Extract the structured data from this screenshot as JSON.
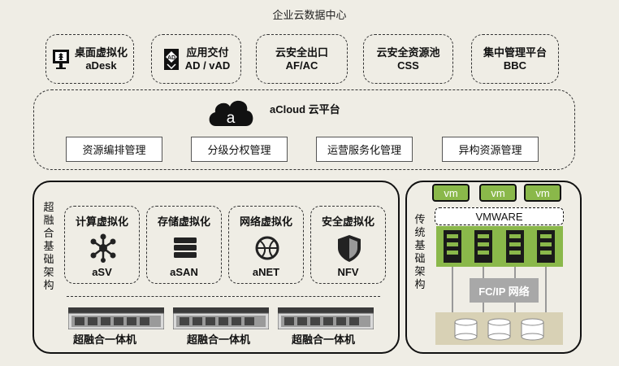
{
  "title": "企业云数据中心",
  "products": [
    {
      "name": "桌面虚拟化",
      "code": "aDesk",
      "icon": "monitor-icon"
    },
    {
      "name": "应用交付",
      "code": "AD / vAD",
      "icon": "ad-badge-icon"
    },
    {
      "name": "云安全出口",
      "code": "AF/AC",
      "icon": ""
    },
    {
      "name": "云安全资源池",
      "code": "CSS",
      "icon": ""
    },
    {
      "name": "集中管理平台",
      "code": "BBC",
      "icon": ""
    }
  ],
  "cloud": {
    "title": "aCloud 云平台",
    "logo_letter": "a",
    "modules": [
      "资源编排管理",
      "分级分权管理",
      "运营服务化管理",
      "异构资源管理"
    ]
  },
  "hci": {
    "label": "超融合基础架构",
    "components": [
      {
        "title": "计算虚拟化",
        "name": "aSV",
        "icon": "network-nodes-icon"
      },
      {
        "title": "存储虚拟化",
        "name": "aSAN",
        "icon": "storage-stack-icon"
      },
      {
        "title": "网络虚拟化",
        "name": "aNET",
        "icon": "globe-icon"
      },
      {
        "title": "安全虚拟化",
        "name": "NFV",
        "icon": "shield-icon"
      }
    ],
    "appliance_label": "超融合一体机"
  },
  "traditional": {
    "label": "传统基础架构",
    "vm_label": "vm",
    "hypervisor": "VMWARE",
    "network": "FC/IP 网络"
  },
  "colors": {
    "green": "#8ab84a",
    "gray": "#a8a8a8",
    "tan": "#d8d1b5",
    "background": "#efede5"
  }
}
